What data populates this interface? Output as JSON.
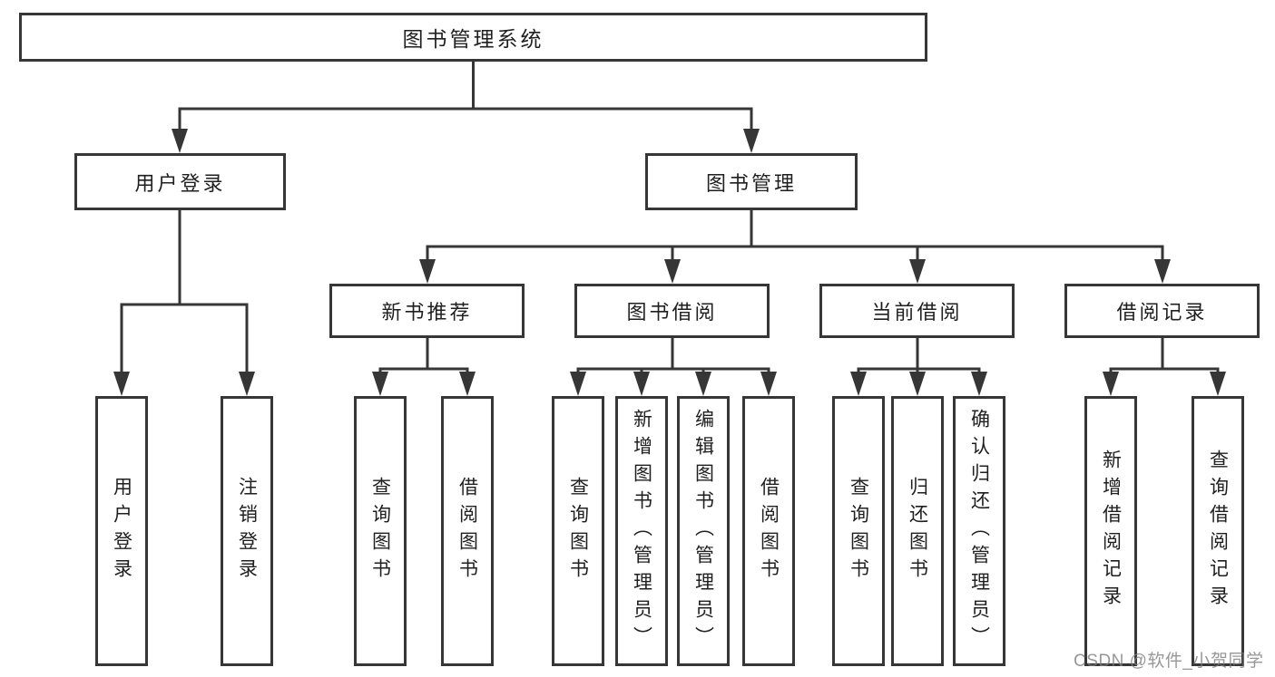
{
  "root": {
    "label": "图书管理系统"
  },
  "login": {
    "label": "用户登录",
    "leaves": [
      "用户登录",
      "注销登录"
    ]
  },
  "management": {
    "label": "图书管理",
    "sections": [
      {
        "label": "新书推荐",
        "leaves": [
          "查询图书",
          "借阅图书"
        ]
      },
      {
        "label": "图书借阅",
        "leaves": [
          "查询图书",
          "新增图书（管理员）",
          "编辑图书（管理员）",
          "借阅图书"
        ]
      },
      {
        "label": "当前借阅",
        "leaves": [
          "查询图书",
          "归还图书",
          "确认归还（管理员）"
        ]
      },
      {
        "label": "借阅记录",
        "leaves": [
          "新增借阅记录",
          "查询借阅记录"
        ]
      }
    ]
  },
  "watermark": "CSDN @软件_小贺同学",
  "colors": {
    "line": "#363636",
    "box_border": "#363636",
    "text": "#1f1f1f",
    "watermark": "#7d7d7d",
    "background": "#ffffff"
  }
}
